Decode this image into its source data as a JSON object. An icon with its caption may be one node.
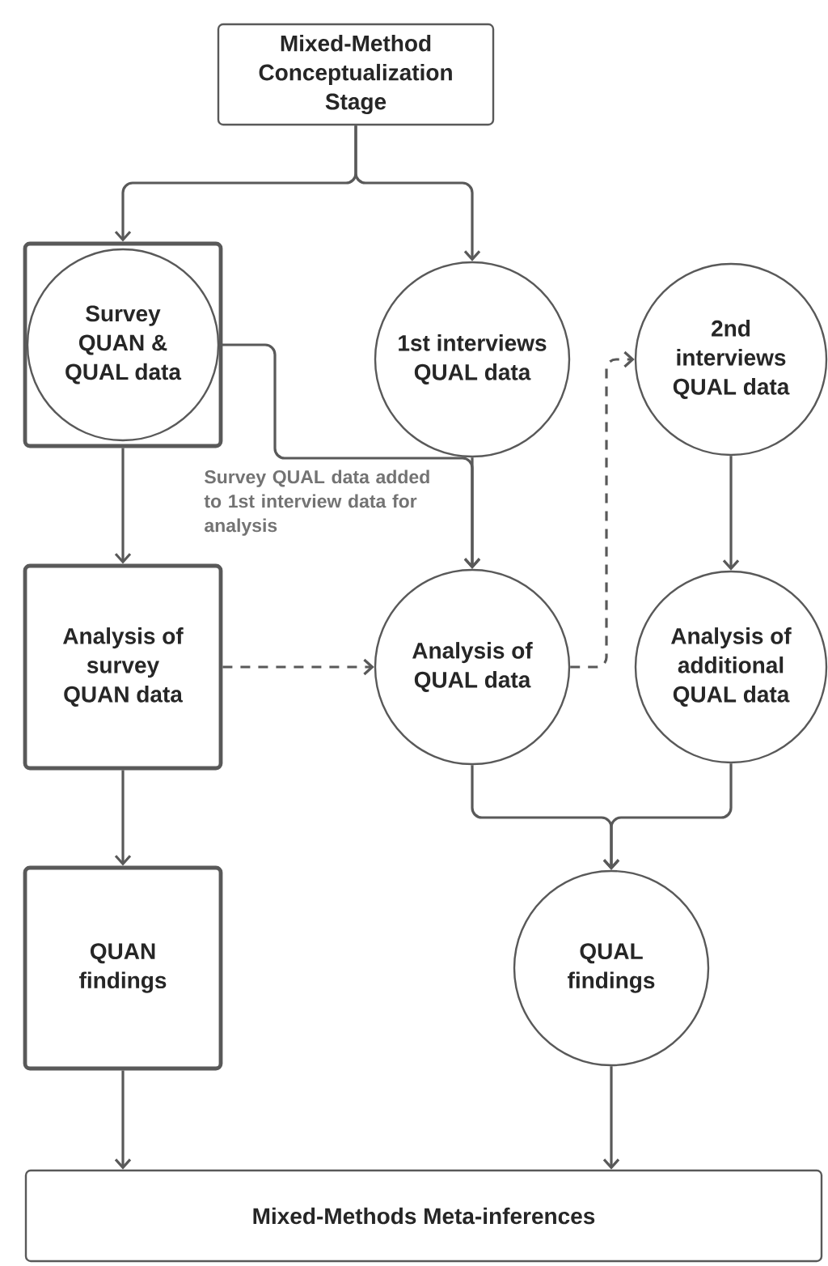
{
  "diagram": {
    "nodes": [
      {
        "text": [
          "Mixed-Method Conceptualization Stage"
        ]
      },
      {
        "text": [],
        "shape": "box"
      },
      {
        "text": [
          "Survey QUAN & QUAL data"
        ],
        "in": 1
      },
      {
        "text": [
          "1st interviews QUAL data"
        ]
      },
      {
        "text": [
          "2nd interviews QUAL data"
        ]
      },
      {
        "text": [
          "Analysis of survey QUAN data"
        ]
      },
      {
        "text": [
          "Analysis of QUAL data"
        ]
      },
      {
        "text": [
          "Analysis of additional QUAL data"
        ]
      },
      {
        "text": [
          "QUAN findings"
        ]
      },
      {
        "text": [
          "QUAL findings"
        ]
      },
      {
        "text": [
          "Mixed-Methods Meta-inferences"
        ]
      }
    ],
    "edges": [
      {
        "from": 0,
        "to": 1,
        "arrow": "to"
      },
      {
        "from": 0,
        "to": 3,
        "arrow": "to"
      },
      {
        "from": 1,
        "to": 5,
        "arrow": "to"
      },
      {
        "from": 2,
        "to": 6,
        "arrow": "to",
        "label": "Survey QUAL data added to 1st interview data for analysis"
      },
      {
        "from": 3,
        "to": 6,
        "arrow": "to"
      },
      {
        "from": 5,
        "to": 6,
        "arrow": "to",
        "style": "dashed"
      },
      {
        "from": 6,
        "to": 4,
        "arrow": "to",
        "style": "dashed"
      },
      {
        "from": 4,
        "to": 7,
        "arrow": "to"
      },
      {
        "from": 6,
        "to": 9,
        "arrow": "to"
      },
      {
        "from": 7,
        "to": 9,
        "arrow": "to"
      },
      {
        "from": 5,
        "to": 8,
        "arrow": "to"
      },
      {
        "from": 8,
        "to": 10,
        "arrow": "to"
      },
      {
        "from": 9,
        "to": 10,
        "arrow": "to"
      }
    ]
  }
}
